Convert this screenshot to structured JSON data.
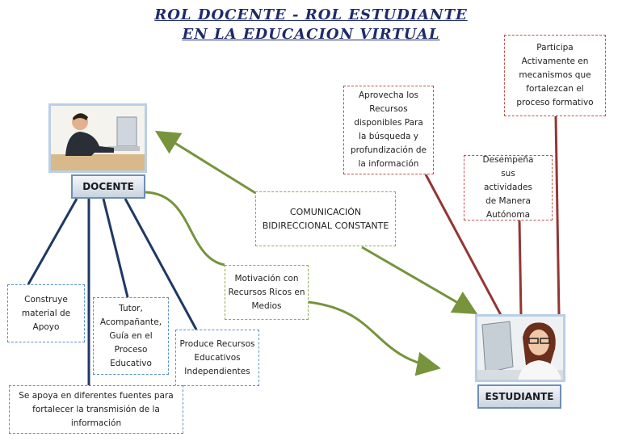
{
  "title": {
    "line1": "ROL DOCENTE - ROL ESTUDIANTE",
    "line2": "EN LA EDUCACION VIRTUAL"
  },
  "nodes": {
    "docente": "DOCENTE",
    "estudiante": "ESTUDIANTE",
    "comunicacion": "COMUNICACIÓN BIDIRECCIONAL CONSTANTE",
    "motivacion": "Motivación con Recursos Ricos en Medios",
    "construye": "Construye material de Apoyo",
    "tutor": "Tutor, Acompañante, Guía en el Proceso Educativo",
    "produce": "Produce Recursos Educativos Independientes",
    "apoya": "Se apoya en diferentes fuentes para fortalecer la transmisión de la información",
    "aprovecha": "Aprovecha los Recursos disponibles Para la búsqueda y profundización de la información",
    "desempena": "Desempeña sus actividades de Manera Autónoma",
    "participa": "Participa Activamente en mecanismos que fortalezcan el proceso formativo"
  },
  "colors": {
    "title": "#1f2a6b",
    "teacher_lines": "#1f3864",
    "student_lines": "#943634",
    "arrows": "#77933c",
    "blue_border": "#5b8fd0",
    "red_border": "#c0504d",
    "green_border": "#8db04a"
  },
  "icons": {
    "docente_photo": "man-at-computer-icon",
    "estudiante_photo": "woman-at-laptop-icon"
  }
}
